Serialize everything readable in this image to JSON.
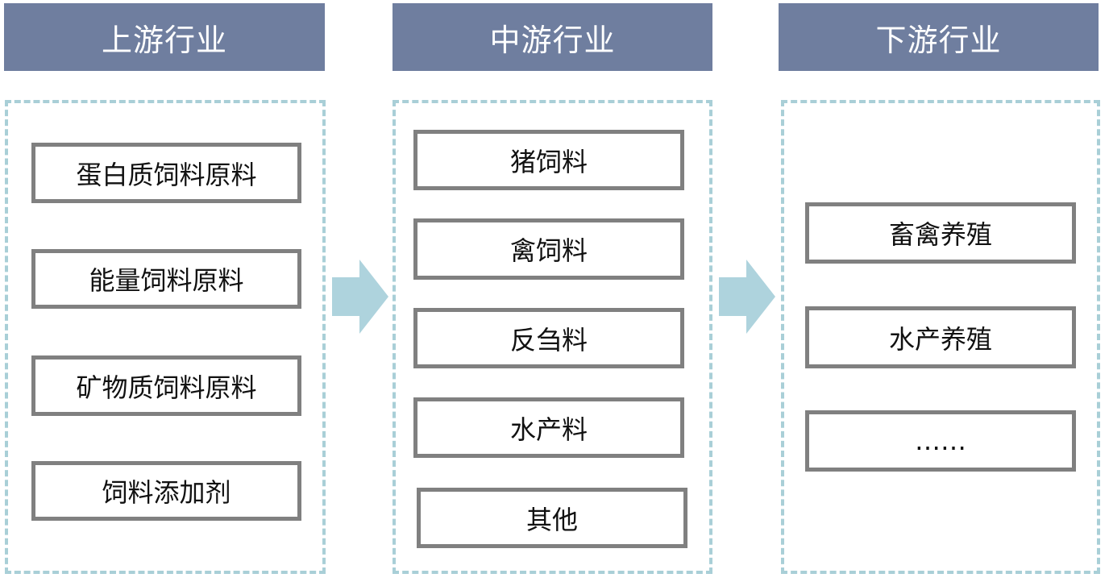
{
  "columns": {
    "upstream": {
      "title": "上游行业",
      "items": [
        "蛋白质饲料原料",
        "能量饲料原料",
        "矿物质饲料原料",
        "饲料添加剂"
      ]
    },
    "midstream": {
      "title": "中游行业",
      "items": [
        "猪饲料",
        "禽饲料",
        "反刍料",
        "水产料",
        "其他"
      ]
    },
    "downstream": {
      "title": "下游行业",
      "items": [
        "畜禽养殖",
        "水产养殖",
        "……"
      ]
    }
  },
  "colors": {
    "header_bg": "#6f7e9f",
    "header_text": "#ffffff",
    "dashed_border": "#a9cfd7",
    "box_border": "#808080",
    "arrow": "#aed3dd"
  },
  "icons": {
    "flow_arrow": "right-arrow-icon"
  }
}
